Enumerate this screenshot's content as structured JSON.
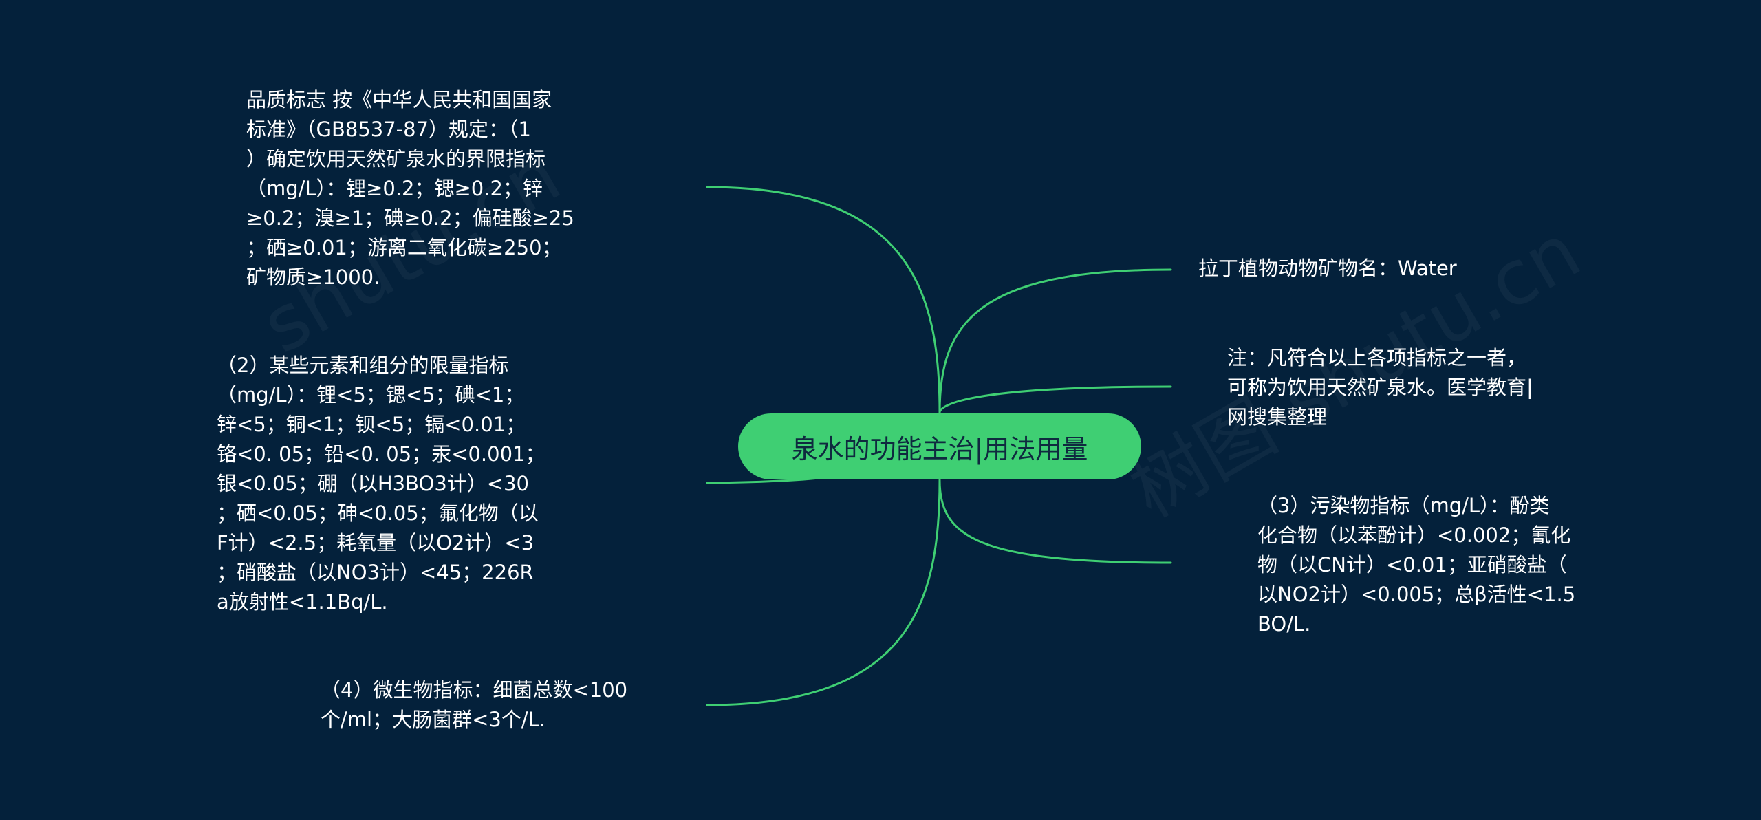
{
  "center": {
    "title": "泉水的功能主治|用法用量"
  },
  "branches": {
    "quality": "品质标志 按《中华人民共和国国家\n标准》（GB8537-87）规定：（1\n）确定饮用天然矿泉水的界限指标\n（mg/L）：锂≥0.2；锶≥0.2；锌\n≥0.2；溴≥1；碘≥0.2；偏硅酸≥25\n；硒≥0.01；游离二氧化碳≥250；\n矿物质≥1000.",
    "limits": "（2）某些元素和组分的限量指标\n（mg/L）：锂<5；锶<5；碘<1；\n锌<5；铜<1；钡<5；镉<0.01；\n铬<0. 05；铅<0. 05；汞<0.001；\n银<0.05；硼（以H3BO3计）<30\n；硒<0.05；砷<0.05；氟化物（以\nF计）<2.5；耗氧量（以O2计）<3\n；硝酸盐（以NO3计）<45；226R\na放射性<1.1Bq/L.",
    "microbe": "（4）微生物指标：细菌总数<100\n个/ml；大肠菌群<3个/L.",
    "latin": "拉丁植物动物矿物名：Water",
    "note": "注：凡符合以上各项指标之一者，\n可称为饮用天然矿泉水。医学教育|\n网搜集整理",
    "pollutant": "（3）污染物指标（mg/L）：酚类\n化合物（以苯酚计）<0.002；氰化\n物（以CN计）<0.01；亚硝酸盐（\n以NO2计）<0.005；总β活性<1.5\nBO/L."
  },
  "watermarks": [
    "shutu.cn",
    "树图 shutu.cn"
  ],
  "colors": {
    "background": "#04213b",
    "connector": "#3fcf73",
    "center_fill": "#3fcf73",
    "center_text": "#0f2a3f",
    "leaf_text": "#ffffff"
  }
}
